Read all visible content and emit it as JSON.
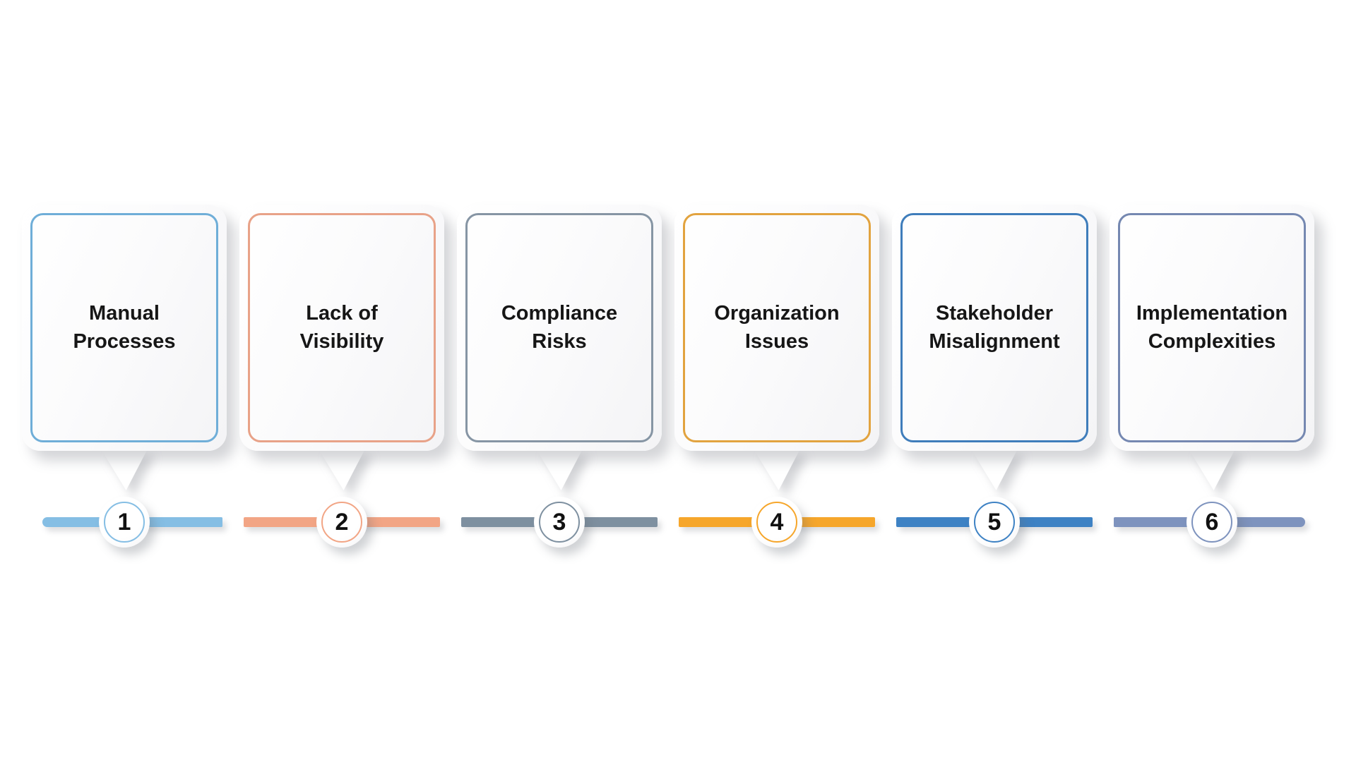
{
  "items": [
    {
      "number": "1",
      "label": "Manual Processes",
      "bar_color": "#85BEE4",
      "border_color": "#6FAED8"
    },
    {
      "number": "2",
      "label": "Lack of Visibility",
      "bar_color": "#F2A585",
      "border_color": "#E8A288"
    },
    {
      "number": "3",
      "label": "Compliance Risks",
      "bar_color": "#7E90A0",
      "border_color": "#8695A4"
    },
    {
      "number": "4",
      "label": "Organization Issues",
      "bar_color": "#F6A62B",
      "border_color": "#E2A33F"
    },
    {
      "number": "5",
      "label": "Stakeholder Misalignment",
      "bar_color": "#3E82C4",
      "border_color": "#3F7DBB"
    },
    {
      "number": "6",
      "label": "Implementation Complexities",
      "bar_color": "#7E93BE",
      "border_color": "#7588B1"
    }
  ]
}
